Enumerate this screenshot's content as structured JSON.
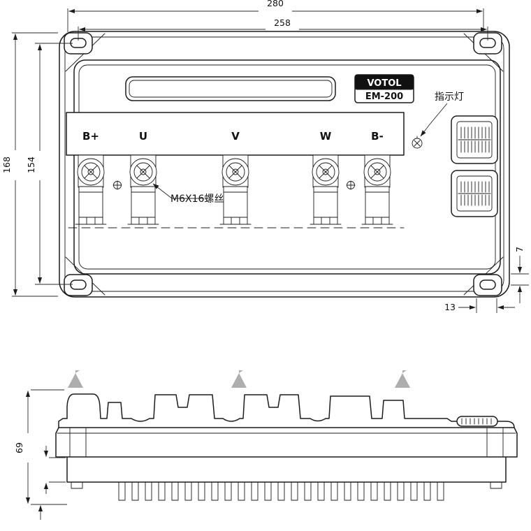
{
  "drawing": {
    "brand_badge": {
      "brand": "VOTOL",
      "model": "EM-200"
    },
    "annotations": {
      "indicator_light": "指示灯",
      "screw_callout": "M6X16螺丝"
    },
    "terminals": [
      "B+",
      "U",
      "V",
      "W",
      "B-"
    ],
    "dimensions": {
      "overall_width": "280",
      "mount_hole_width": "258",
      "overall_height": "168",
      "mount_hole_height": "154",
      "edge_offset": "7",
      "tab_offset": "13",
      "side_height": "69"
    },
    "colors": {
      "line": "#1c1c1c",
      "badge_bg": "#111111",
      "watermark": "#a57a55"
    }
  }
}
